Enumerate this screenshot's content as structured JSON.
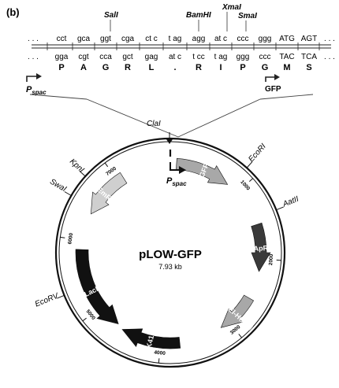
{
  "panel_label": "(b)",
  "sequence": {
    "top_strand": [
      ". . .",
      "cct",
      "gca",
      "ggt",
      "cga",
      "ct c",
      "t ag",
      "agg",
      "at c",
      "ccc",
      "ggg",
      "ATG",
      "AGT",
      ". . ."
    ],
    "bottom_strand": [
      ". . .",
      "gga",
      "cgt",
      "cca",
      "gct",
      "gag",
      "at c",
      "t cc",
      "t ag",
      "ggg",
      "ccc",
      "TAC",
      "TCA",
      ". . ."
    ],
    "amino_acids": [
      "P",
      "A",
      "G",
      "R",
      "L",
      ".",
      "R",
      "I",
      "P",
      "G",
      "M",
      "S"
    ],
    "restriction_sites": [
      "SalI",
      "BamHI",
      "XmaI",
      "SmaI"
    ],
    "promoter_label": "P",
    "promoter_subscript": "spac",
    "gfp_start_label": "GFP"
  },
  "plasmid": {
    "name": "pLOW-GFP",
    "size": "7.93 kb",
    "sites": [
      "ClaI",
      "EcoRI",
      "AatII",
      "EcoRV",
      "SwaI",
      "KpnI"
    ],
    "features": [
      "GFP",
      "ApR",
      "ColEI-HC ori",
      "pSK41 ori",
      "LacI",
      "EmR"
    ],
    "promoter_label": "P",
    "promoter_subscript": "spac",
    "scale_ticks": [
      "1000",
      "2000",
      "3000",
      "4000",
      "5000",
      "6000",
      "7000"
    ]
  }
}
